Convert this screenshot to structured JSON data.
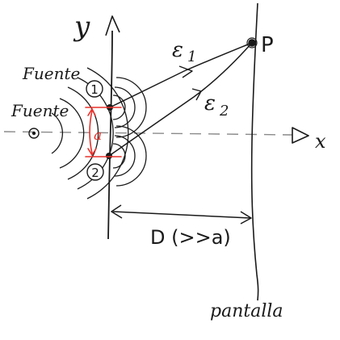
{
  "labels": {
    "y_axis": "y",
    "x_axis": "x",
    "point_p": "P",
    "e1": "ε",
    "e1_sub": "1",
    "e2": "ε",
    "e2_sub": "2",
    "source_top": "Fuente",
    "source_left": "Fuente",
    "slit_1": "1",
    "slit_2": "2",
    "separation": "a",
    "distance": "D (>>a)",
    "screen": "pantalla"
  },
  "colors": {
    "ink": "#1a1a1a",
    "separation_marker": "#e8322b",
    "axis_dashed": "#8a8a8a",
    "background": "#ffffff"
  }
}
